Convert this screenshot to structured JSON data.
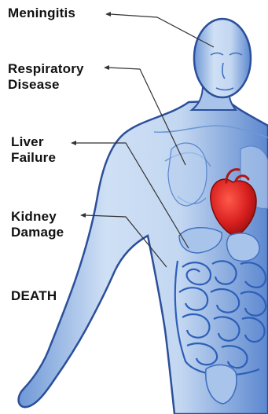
{
  "labels": {
    "meningitis": [
      "Meningitis"
    ],
    "respiratory": [
      "Respiratory",
      "Disease"
    ],
    "liver": [
      "Liver",
      "Failure"
    ],
    "kidney": [
      "Kidney",
      "Damage"
    ],
    "death": [
      "DEATH"
    ]
  },
  "colors": {
    "body_light": "#cfe0f5",
    "body_mid": "#8fb3e3",
    "body_dark": "#3f6fbf",
    "outline": "#2b4f9a",
    "intestine": "#2d5fb8",
    "heart": "#d81f1f",
    "leader_line": "#333333"
  },
  "icons": [
    "human-figure",
    "heart",
    "lungs",
    "intestines"
  ]
}
